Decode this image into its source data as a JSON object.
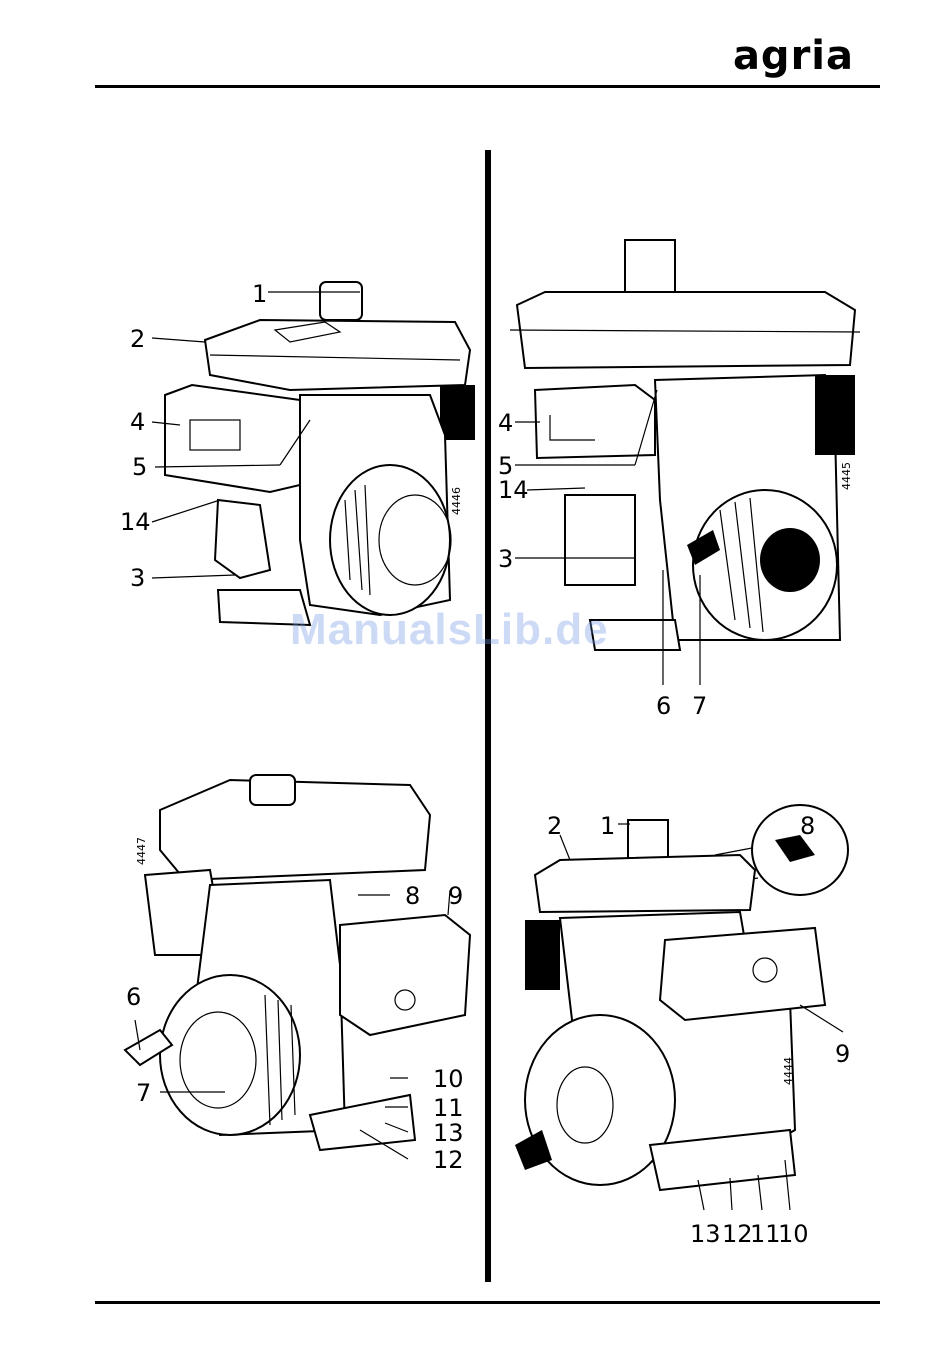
{
  "header": {
    "brand": "agria"
  },
  "watermark": "ManualsLib.de",
  "figures": [
    {
      "id": "4446",
      "number": "4446",
      "callouts": [
        "1",
        "2",
        "4",
        "5",
        "14",
        "3"
      ]
    },
    {
      "id": "4445",
      "number": "4445",
      "callouts": [
        "4",
        "5",
        "14",
        "3",
        "6",
        "7"
      ]
    },
    {
      "id": "4447",
      "number": "4447",
      "callouts": [
        "8",
        "9",
        "6",
        "7",
        "10",
        "11",
        "13",
        "12"
      ]
    },
    {
      "id": "4444",
      "number": "4444",
      "callouts": [
        "2",
        "1",
        "8",
        "9",
        "13",
        "12",
        "11",
        "10"
      ]
    }
  ],
  "colors": {
    "ink": "#000000",
    "paper": "#ffffff",
    "watermark": "#6e96e1"
  }
}
